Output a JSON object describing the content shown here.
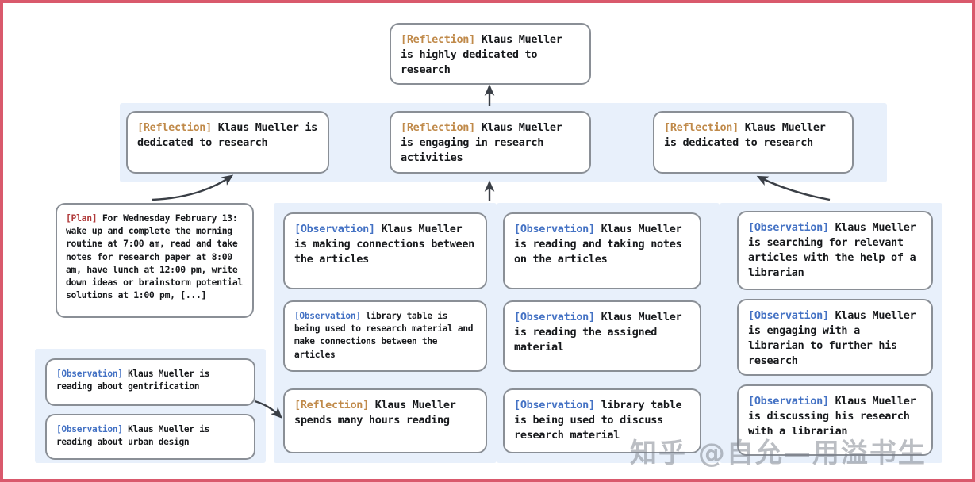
{
  "figure": {
    "frame_color": "#d9596c",
    "panel_color": "#e8f0fb",
    "box_border_color": "#8a8f96",
    "tag_colors": {
      "reflection": "#c08a4a",
      "observation": "#4472c4",
      "plan": "#b03a3a"
    }
  },
  "watermark": {
    "text": "知乎 @自允—用溢书生"
  },
  "top": {
    "tag": "[Reflection]",
    "text": " Klaus Mueller is highly dedicated to research"
  },
  "reflections": [
    {
      "tag": "[Reflection]",
      "text": " Klaus Mueller is dedicated to research"
    },
    {
      "tag": "[Reflection]",
      "text": " Klaus Mueller is engaging in research activities"
    },
    {
      "tag": "[Reflection]",
      "text": " Klaus Mueller is dedicated to research"
    }
  ],
  "plan": {
    "tag": "[Plan]",
    "text": " For Wednesday February 13: wake up and complete the morning routine at 7:00 am, read and take notes for research paper at 8:00 am, have lunch at 12:00 pm, write down ideas or brainstorm potential solutions at 1:00 pm, [...]"
  },
  "left_observations": [
    {
      "tag": "[Observation]",
      "text": " Klaus Mueller is reading about gentrification"
    },
    {
      "tag": "[Observation]",
      "text": " Klaus Mueller is reading about urban design"
    }
  ],
  "column_one": [
    {
      "tag": "[Observation]",
      "text": " Klaus Mueller is making connections between the articles"
    },
    {
      "tag": "[Observation]",
      "text": " library table is being used to research material and make connections between the articles"
    },
    {
      "tag": "[Reflection]",
      "text": " Klaus Mueller spends many hours reading"
    }
  ],
  "column_two": [
    {
      "tag": "[Observation]",
      "text": " Klaus Mueller is reading and taking notes on the articles"
    },
    {
      "tag": "[Observation]",
      "text": " Klaus Mueller is reading the assigned material"
    },
    {
      "tag": "[Observation]",
      "text": " library table is being used to discuss research material"
    }
  ],
  "column_three": [
    {
      "tag": "[Observation]",
      "text": " Klaus Mueller is searching for relevant articles with the help of a librarian"
    },
    {
      "tag": "[Observation]",
      "text": " Klaus Mueller is engaging with a librarian to further his research"
    },
    {
      "tag": "[Observation]",
      "text": " Klaus Mueller is discussing his research with a librarian"
    }
  ]
}
